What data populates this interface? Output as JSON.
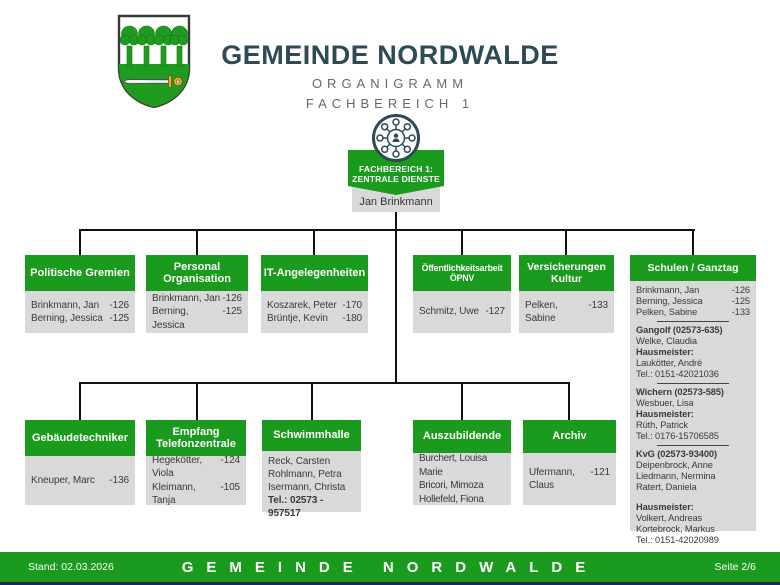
{
  "header": {
    "title": "GEMEINDE NORDWALDE",
    "subtitle1": "ORGANIGRAMM",
    "subtitle2": "FACHBEREICH 1"
  },
  "colors": {
    "green": "#1a9b1e",
    "slate": "#2d4a55",
    "body_gray": "#d9d9d9"
  },
  "root": {
    "icon": "hub-network-icon",
    "title_line1": "FACHBEREICH 1:",
    "title_line2": "ZENTRALE DIENSTE",
    "name": "Jan Brinkmann"
  },
  "row1": [
    {
      "title": "Politische Gremien",
      "people": [
        {
          "name": "Brinkmann, Jan",
          "ext": "-126"
        },
        {
          "name": "Berning, Jessica",
          "ext": "-125"
        }
      ]
    },
    {
      "title": "Personal Organisation",
      "people": [
        {
          "name": "Brinkmann, Jan",
          "ext": "-126"
        },
        {
          "name": "Berning, Jessica",
          "ext": "-125"
        }
      ]
    },
    {
      "title": "IT-Angelegenheiten",
      "people": [
        {
          "name": "Koszarek, Peter",
          "ext": "-170"
        },
        {
          "name": "Brüntje, Kevin",
          "ext": "-180"
        }
      ]
    },
    {
      "title": "Öffentlichkeitsarbeit ÖPNV",
      "people": [
        {
          "name": "Schmitz, Uwe",
          "ext": "-127"
        }
      ]
    },
    {
      "title": "Versicherungen Kultur",
      "people": [
        {
          "name": "Pelken, Sabine",
          "ext": "-133"
        }
      ]
    }
  ],
  "row2": [
    {
      "title": "Gebäudetechniker",
      "people": [
        {
          "name": "Kneuper, Marc",
          "ext": "-136"
        }
      ]
    },
    {
      "title": "Empfang Telefonzentrale",
      "people": [
        {
          "name": "Hegekötter, Viola",
          "ext": "-124"
        },
        {
          "name": "Kleimann, Tanja",
          "ext": "-105"
        }
      ]
    },
    {
      "title": "Schwimmhalle",
      "people": [
        {
          "name": "Reck, Carsten"
        },
        {
          "name": "Rohlmann, Petra"
        },
        {
          "name": "Isermann, Christa"
        }
      ],
      "tel": "Tel.: 02573 - 957517"
    },
    {
      "title": "Auszubildende",
      "people": [
        {
          "name": "Burchert, Louisa Marie"
        },
        {
          "name": "Bricori, Mimoza"
        },
        {
          "name": "Hollefeld, Fiona"
        }
      ]
    },
    {
      "title": "Archiv",
      "people": [
        {
          "name": "Ufermann, Claus",
          "ext": "-121"
        }
      ]
    }
  ],
  "schulen": {
    "title": "Schulen / Ganztag",
    "people": [
      {
        "name": "Brinkmann, Jan",
        "ext": "-126"
      },
      {
        "name": "Berning, Jessica",
        "ext": "-125"
      },
      {
        "name": "Pelken, Sabine",
        "ext": "-133"
      }
    ],
    "sections": [
      {
        "heading": "Gangolf (02573-635)",
        "staff1": "Welke, Claudia",
        "hm_label": "Hausmeister:",
        "hm1": "Laukötter, André",
        "tel": "Tel.: 0151-42021036"
      },
      {
        "heading": "Wichern (02573-585)",
        "staff1": "Wesbuer, Lisa",
        "hm_label": "Hausmeister:",
        "hm1": "Rüth, Patrick",
        "tel": "Tel.: 0176-15706585"
      },
      {
        "heading": "KvG (02573-93400)",
        "staff1": "Deipenbrock, Anne",
        "staff2": "Liedmann, Nermina",
        "staff3": "Ratert, Daniela",
        "hm_label": "Hausmeister:",
        "hm1": "Volkert, Andreas",
        "hm2": "Kortebrock, Markus",
        "tel": "Tel.: 0151-42020989"
      }
    ]
  },
  "footer": {
    "stand": "Stand: 02.03.2026",
    "center": "GEMEINDE NORDWALDE",
    "page": "Seite 2/6"
  }
}
